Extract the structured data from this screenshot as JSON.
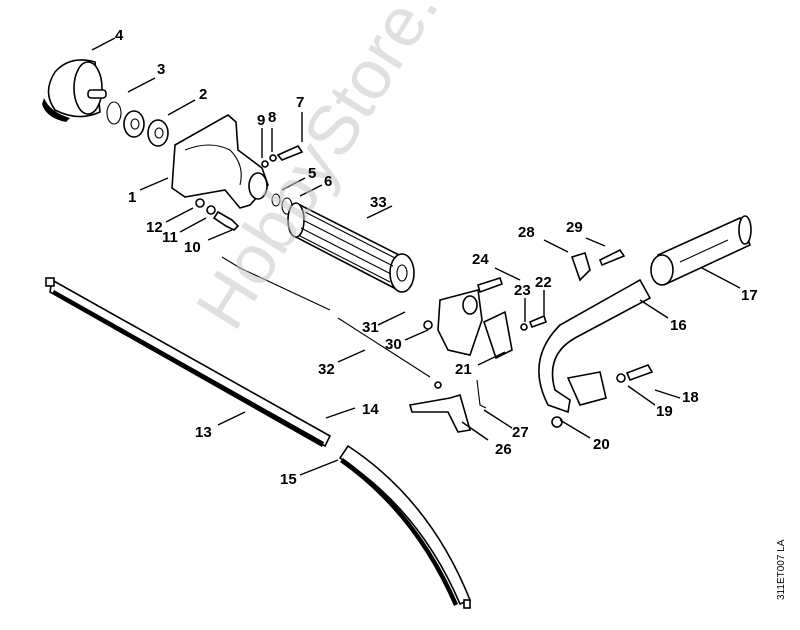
{
  "diagram": {
    "type": "exploded-parts-diagram",
    "drawing_code": "311ET007 LA",
    "watermark": "HobbyStore.it",
    "callouts": [
      {
        "id": "4",
        "part": "clutch-drum"
      },
      {
        "id": "3",
        "part": "circlip"
      },
      {
        "id": "2",
        "part": "ball-bearing"
      },
      {
        "id": "9",
        "part": "washer"
      },
      {
        "id": "8",
        "part": "lock-washer"
      },
      {
        "id": "7",
        "part": "screw"
      },
      {
        "id": "1",
        "part": "gear-housing"
      },
      {
        "id": "5",
        "part": "circlip"
      },
      {
        "id": "6",
        "part": "circlip"
      },
      {
        "id": "12",
        "part": "washer"
      },
      {
        "id": "11",
        "part": "lock-washer"
      },
      {
        "id": "10",
        "part": "screw"
      },
      {
        "id": "33",
        "part": "grip"
      },
      {
        "id": "28",
        "part": "clip"
      },
      {
        "id": "29",
        "part": "screw"
      },
      {
        "id": "24",
        "part": "screw"
      },
      {
        "id": "23",
        "part": "washer"
      },
      {
        "id": "22",
        "part": "screw"
      },
      {
        "id": "17",
        "part": "handle-grip"
      },
      {
        "id": "16",
        "part": "loop-handle"
      },
      {
        "id": "31",
        "part": "pin"
      },
      {
        "id": "30",
        "part": "nut"
      },
      {
        "id": "32",
        "part": "throttle-cable"
      },
      {
        "id": "21",
        "part": "clamp"
      },
      {
        "id": "13",
        "part": "drive-tube"
      },
      {
        "id": "14",
        "part": "drive-shaft"
      },
      {
        "id": "18",
        "part": "screw"
      },
      {
        "id": "19",
        "part": "washer"
      },
      {
        "id": "27",
        "part": "torsion-spring"
      },
      {
        "id": "20",
        "part": "nut"
      },
      {
        "id": "26",
        "part": "throttle-trigger"
      },
      {
        "id": "15",
        "part": "flex-shaft"
      }
    ]
  }
}
